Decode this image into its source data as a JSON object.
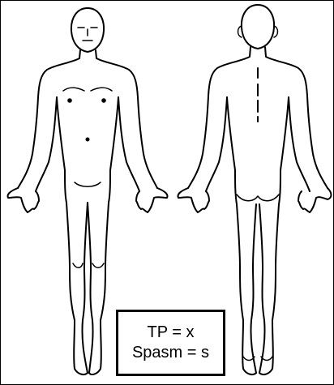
{
  "legend": {
    "line1": "TP = x",
    "line2": "Spasm = s"
  },
  "colors": {
    "ink": "#000000",
    "background": "#ffffff"
  },
  "figures": [
    "anterior-body-outline",
    "posterior-body-outline"
  ]
}
